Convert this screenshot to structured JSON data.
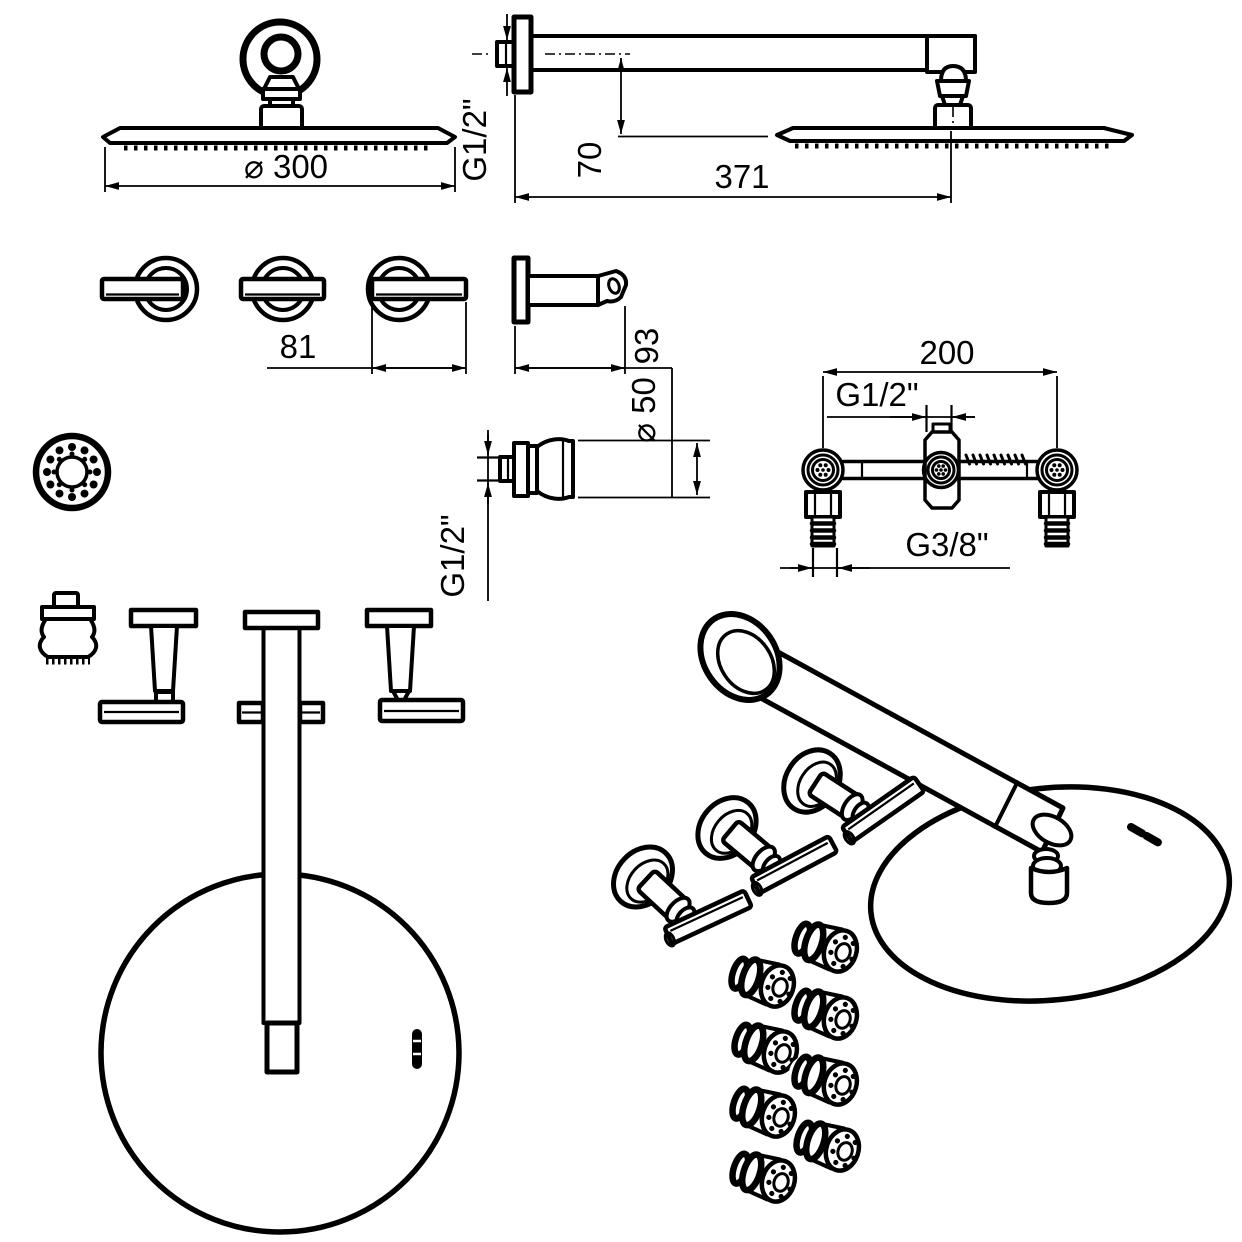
{
  "labels": {
    "overhead_diameter": "⌀ 300",
    "arm_thread": "G1/2\"",
    "arm_drop": "70",
    "arm_length": "371",
    "handle_length": "81",
    "spout_length": "93",
    "jet_diameter": "⌀ 50",
    "jet_thread": "G1/2\"",
    "valve_spacing": "200",
    "valve_center_thread": "G1/2\"",
    "valve_tail_thread": "G3/8\""
  },
  "colors": {
    "line": "#000000",
    "background": "#ffffff"
  }
}
